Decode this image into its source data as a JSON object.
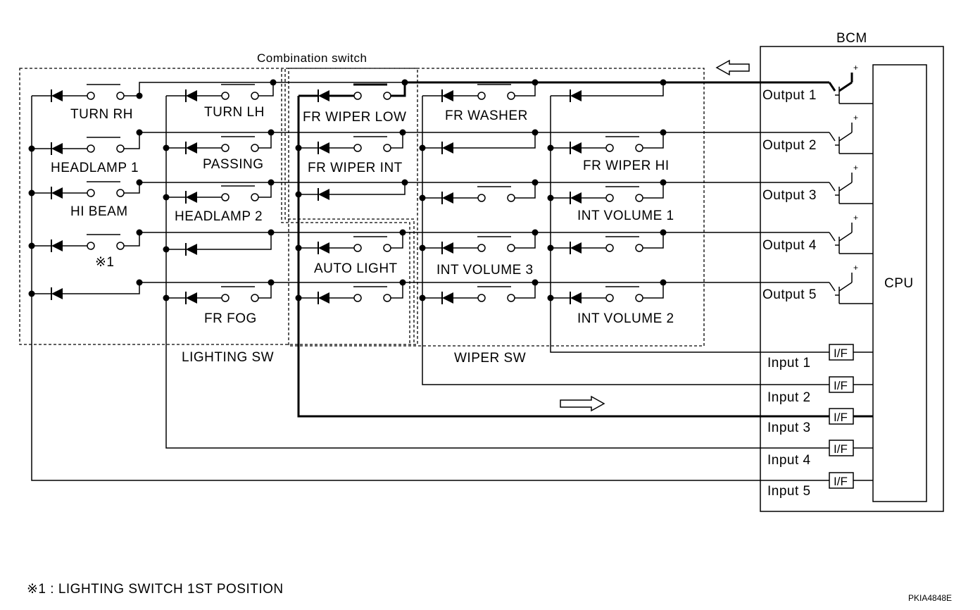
{
  "title": "Combination switch",
  "bcm": {
    "label": "BCM",
    "cpu": "CPU",
    "interface_label": "I/F"
  },
  "outputs": [
    "Output 1",
    "Output 2",
    "Output 3",
    "Output 4",
    "Output 5"
  ],
  "inputs": [
    "Input 1",
    "Input 2",
    "Input 3",
    "Input 4",
    "Input 5"
  ],
  "groups": {
    "lighting": "LIGHTING SW",
    "wiper": "WIPER SW"
  },
  "switches": {
    "turn_rh": "TURN RH",
    "headlamp1": "HEADLAMP 1",
    "hi_beam": "HI BEAM",
    "note_ref": "※1",
    "turn_lh": "TURN LH",
    "passing": "PASSING",
    "headlamp2": "HEADLAMP 2",
    "fr_fog": "FR FOG",
    "fr_wiper_low": "FR WIPER LOW",
    "fr_wiper_int": "FR WIPER INT",
    "auto_light": "AUTO LIGHT",
    "fr_washer": "FR WASHER",
    "int_volume3": "INT VOLUME 3",
    "fr_wiper_hi": "FR WIPER HI",
    "int_volume1": "INT VOLUME 1",
    "int_volume2": "INT VOLUME 2"
  },
  "footnote": "※1 : LIGHTING SWITCH 1ST POSITION",
  "code": "PKIA4848E"
}
